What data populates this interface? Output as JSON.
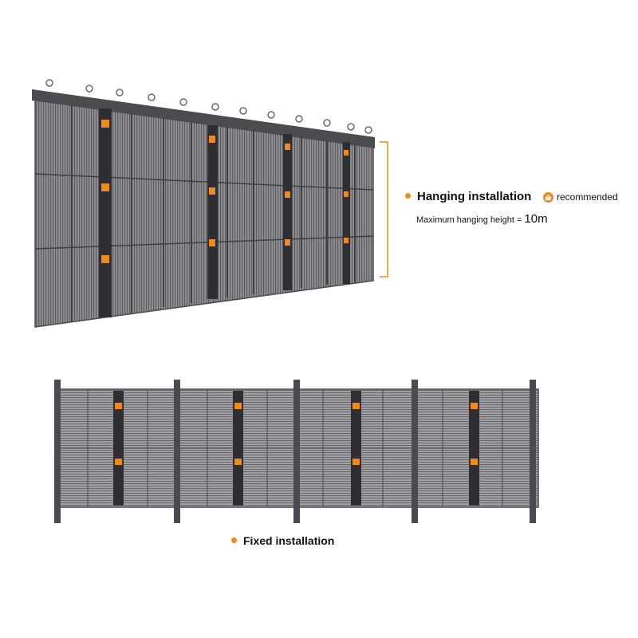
{
  "colors": {
    "accent": "#f08a1c",
    "frame": "#5d5d62",
    "frame_dark": "#3e3e42",
    "panel": "#8a8a8e",
    "panel_light": "#b6b6ba",
    "text": "#111111"
  },
  "hanging": {
    "title": "Hanging installation",
    "badge_icon": "thumbs-up-icon",
    "badge_label": "recommended",
    "max_height_label": "Maximum hanging height =",
    "max_height_value": "10m"
  },
  "fixed": {
    "title": "Fixed installation"
  }
}
